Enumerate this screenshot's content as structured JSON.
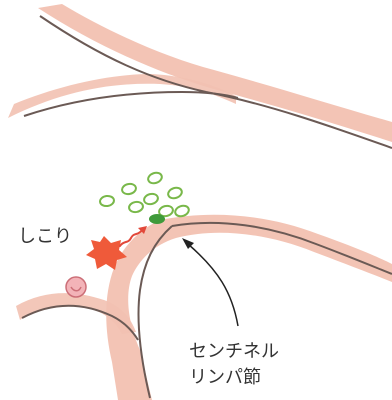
{
  "labels": {
    "tumor": "しこり",
    "sentinel_line1": "センチネル",
    "sentinel_line2": "リンパ節"
  },
  "colors": {
    "skin_band": "#f2c1b1",
    "skin_band_light": "#f6d2c6",
    "skin_line": "#6b5a55",
    "lymph_outline": "#79b84a",
    "sentinel_node": "#3f9a3a",
    "tumor_fill": "#ef5a3a",
    "tumor_arrow": "#e2483a",
    "nipple_fill": "#f3b3b8",
    "nipple_line": "#cc6f78",
    "text": "#333333",
    "pointer_line": "#222222"
  },
  "icons": {
    "tumor": "starburst-icon",
    "drainage_arrow": "wavy-arrow-icon",
    "lymph_node": "oval-ring-icon",
    "sentinel_node": "filled-oval-icon",
    "nipple": "nipple-icon"
  }
}
